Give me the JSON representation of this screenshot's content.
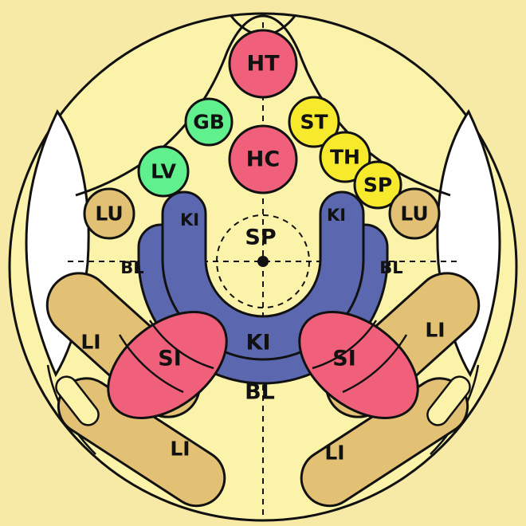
{
  "colors": {
    "background": "#f7eaa6",
    "body": "#fbf3a9",
    "outline": "#111111",
    "heart": "#f0607a",
    "gallbladder_liver": "#60f08e",
    "stomach_group": "#f7ea2d",
    "lung_intestine": "#e2c074",
    "kidney_bladder": "#5b68b0",
    "white": "#ffffff"
  },
  "labels": {
    "ht": "HT",
    "hc": "HC",
    "gb": "GB",
    "st": "ST",
    "lv": "LV",
    "th": "TH",
    "sp_upper": "SP",
    "lu_left": "LU",
    "lu_right": "LU",
    "ki_left": "KI",
    "ki_right": "KI",
    "sp_center": "SP",
    "bl_left": "BL",
    "bl_right": "BL",
    "li_upper_left": "LI",
    "li_upper_right": "LI",
    "si_left": "SI",
    "si_right": "SI",
    "ki_bottom": "KI",
    "bl_bottom": "BL",
    "li_lower_left": "LI",
    "li_lower_right": "LI"
  }
}
